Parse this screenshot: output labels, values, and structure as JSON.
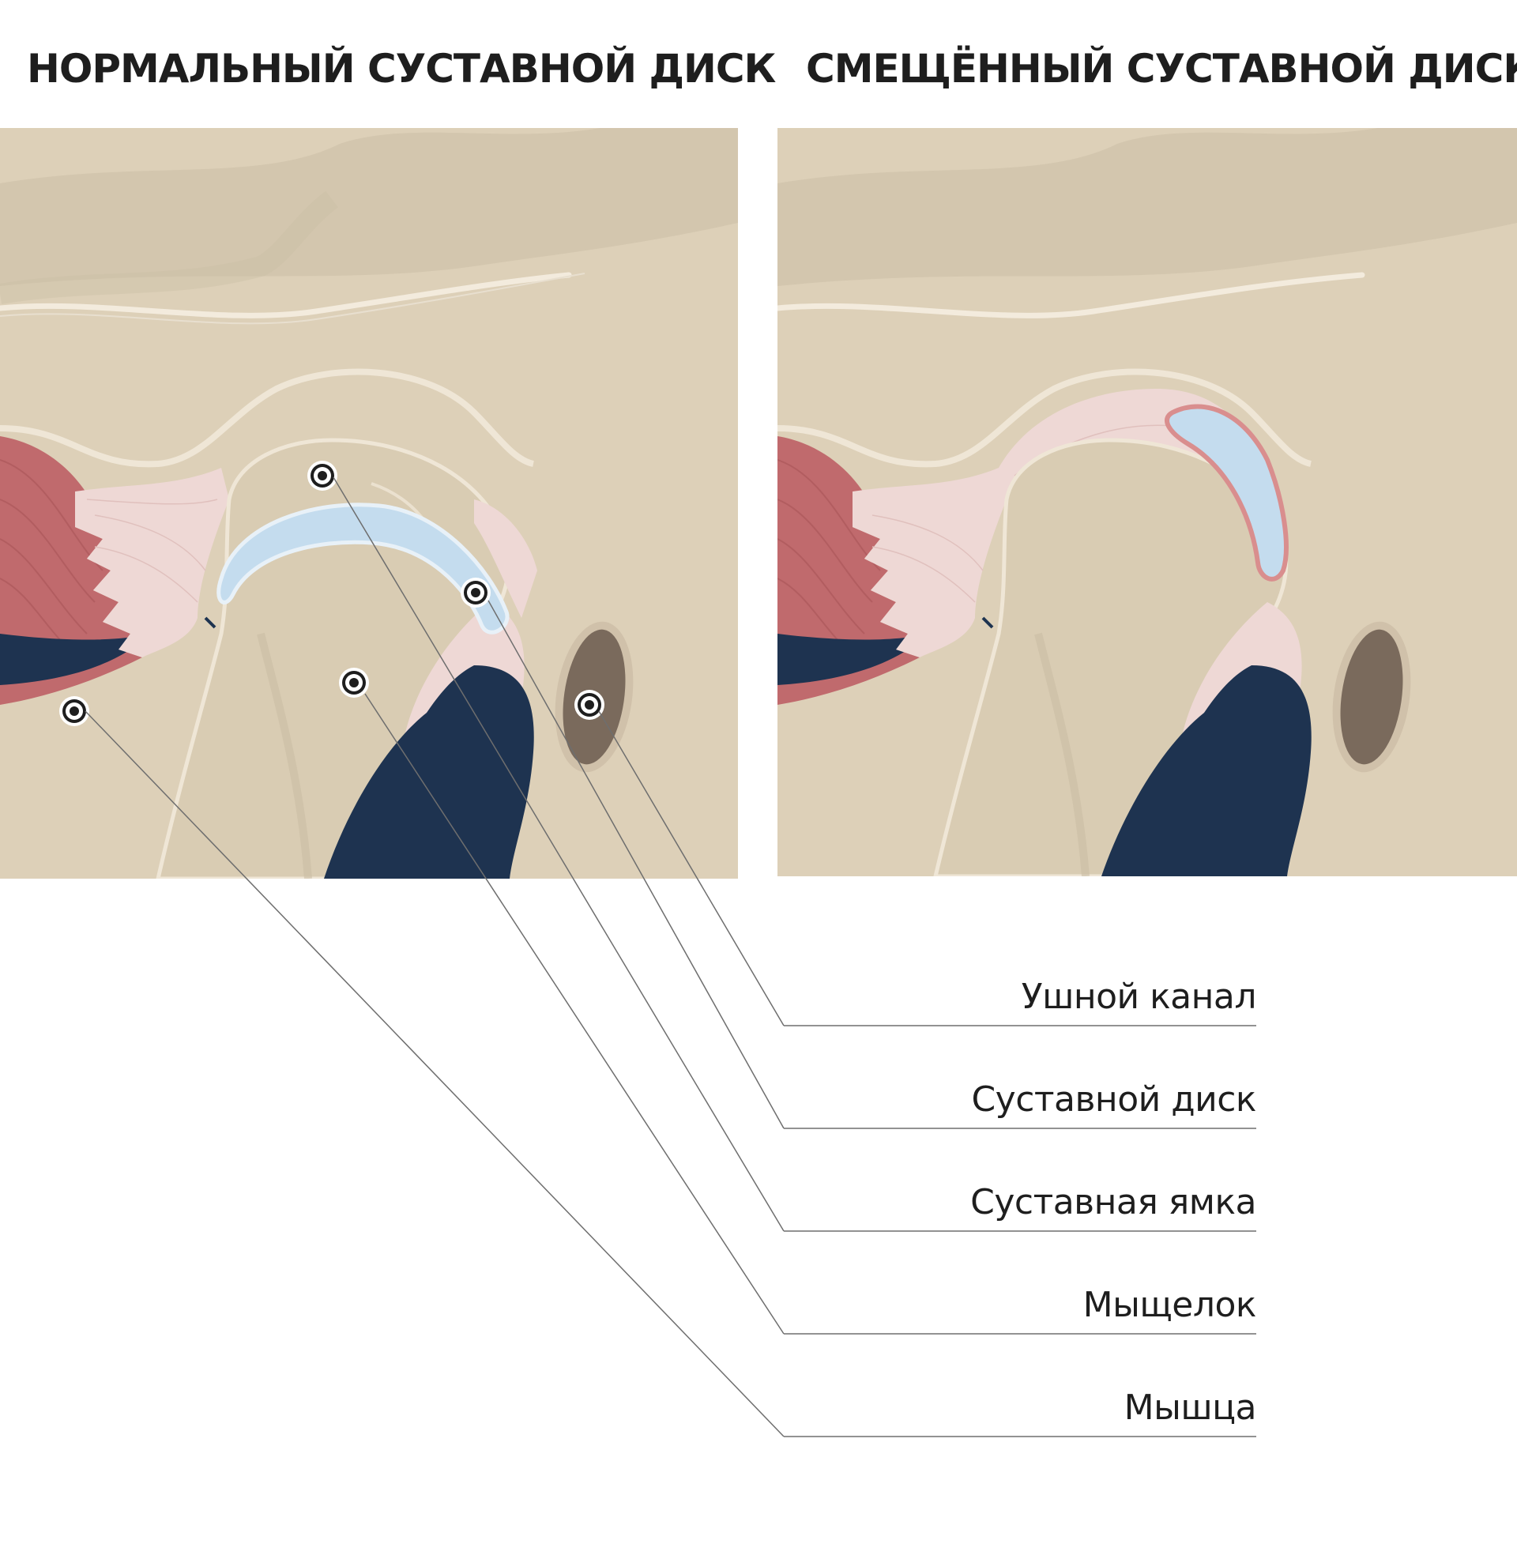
{
  "titles": {
    "normal": "НОРМАЛЬНЫЙ СУСТАВНОЙ ДИСК",
    "displaced": "СМЕЩЁННЫЙ СУСТАВНОЙ ДИСК"
  },
  "legend": [
    {
      "id": "ear-canal",
      "label": "Ушной канал"
    },
    {
      "id": "articular-disc",
      "label": "Суставной диск"
    },
    {
      "id": "articular-fossa",
      "label": "Суставная ямка"
    },
    {
      "id": "condyle",
      "label": "Мыщелок"
    },
    {
      "id": "muscle",
      "label": "Мышца"
    }
  ],
  "colors": {
    "bone": "#ddd0b8",
    "bone_dark": "#cfc2aa",
    "outline": "#efe6d6",
    "disc": "#c4dcee",
    "displaced_disc_rim": "#d98e8e",
    "ligament": "#eed8d5",
    "muscle": "#c06a6d",
    "dark_tissue": "#1e3350",
    "ear_canal": "#7a6a5c",
    "text": "#1e1e1e",
    "leader_line": "#6e6e6e"
  }
}
